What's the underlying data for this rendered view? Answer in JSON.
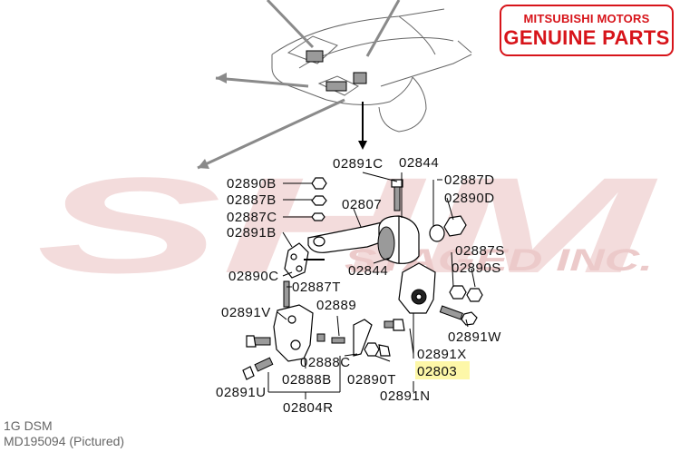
{
  "badge": {
    "line1": "MITSUBISHI MOTORS",
    "line2": "GENUINE PARTS"
  },
  "watermark": {
    "big": "SHM",
    "small": "STAGED INC."
  },
  "caption": {
    "model": "1G DSM",
    "part_pictured": "MD195094  (Pictured)"
  },
  "highlighted_part": "02803",
  "colors": {
    "badge_red": "#d7141a",
    "highlight": "#fdf7a8",
    "watermark": "#f3dcdc"
  },
  "labels": {
    "c02891C": "02891C",
    "c02844_top": "02844",
    "c02890B": "02890B",
    "c02887B": "02887B",
    "c02887C": "02887C",
    "c02891B": "02891B",
    "c02890C": "02890C",
    "c02807": "02807",
    "c02887D": "02887D",
    "c02890D": "02890D",
    "c02887S": "02887S",
    "c02890S": "02890S",
    "c02844_mid": "02844",
    "c02887T": "02887T",
    "c02889": "02889",
    "c02891V": "02891V",
    "c02891W": "02891W",
    "c02891X": "02891X",
    "c02803": "02803",
    "c02888C": "02888C",
    "c02888B": "02888B",
    "c02890T": "02890T",
    "c02891U": "02891U",
    "c02891N": "02891N",
    "c02804R": "02804R"
  }
}
